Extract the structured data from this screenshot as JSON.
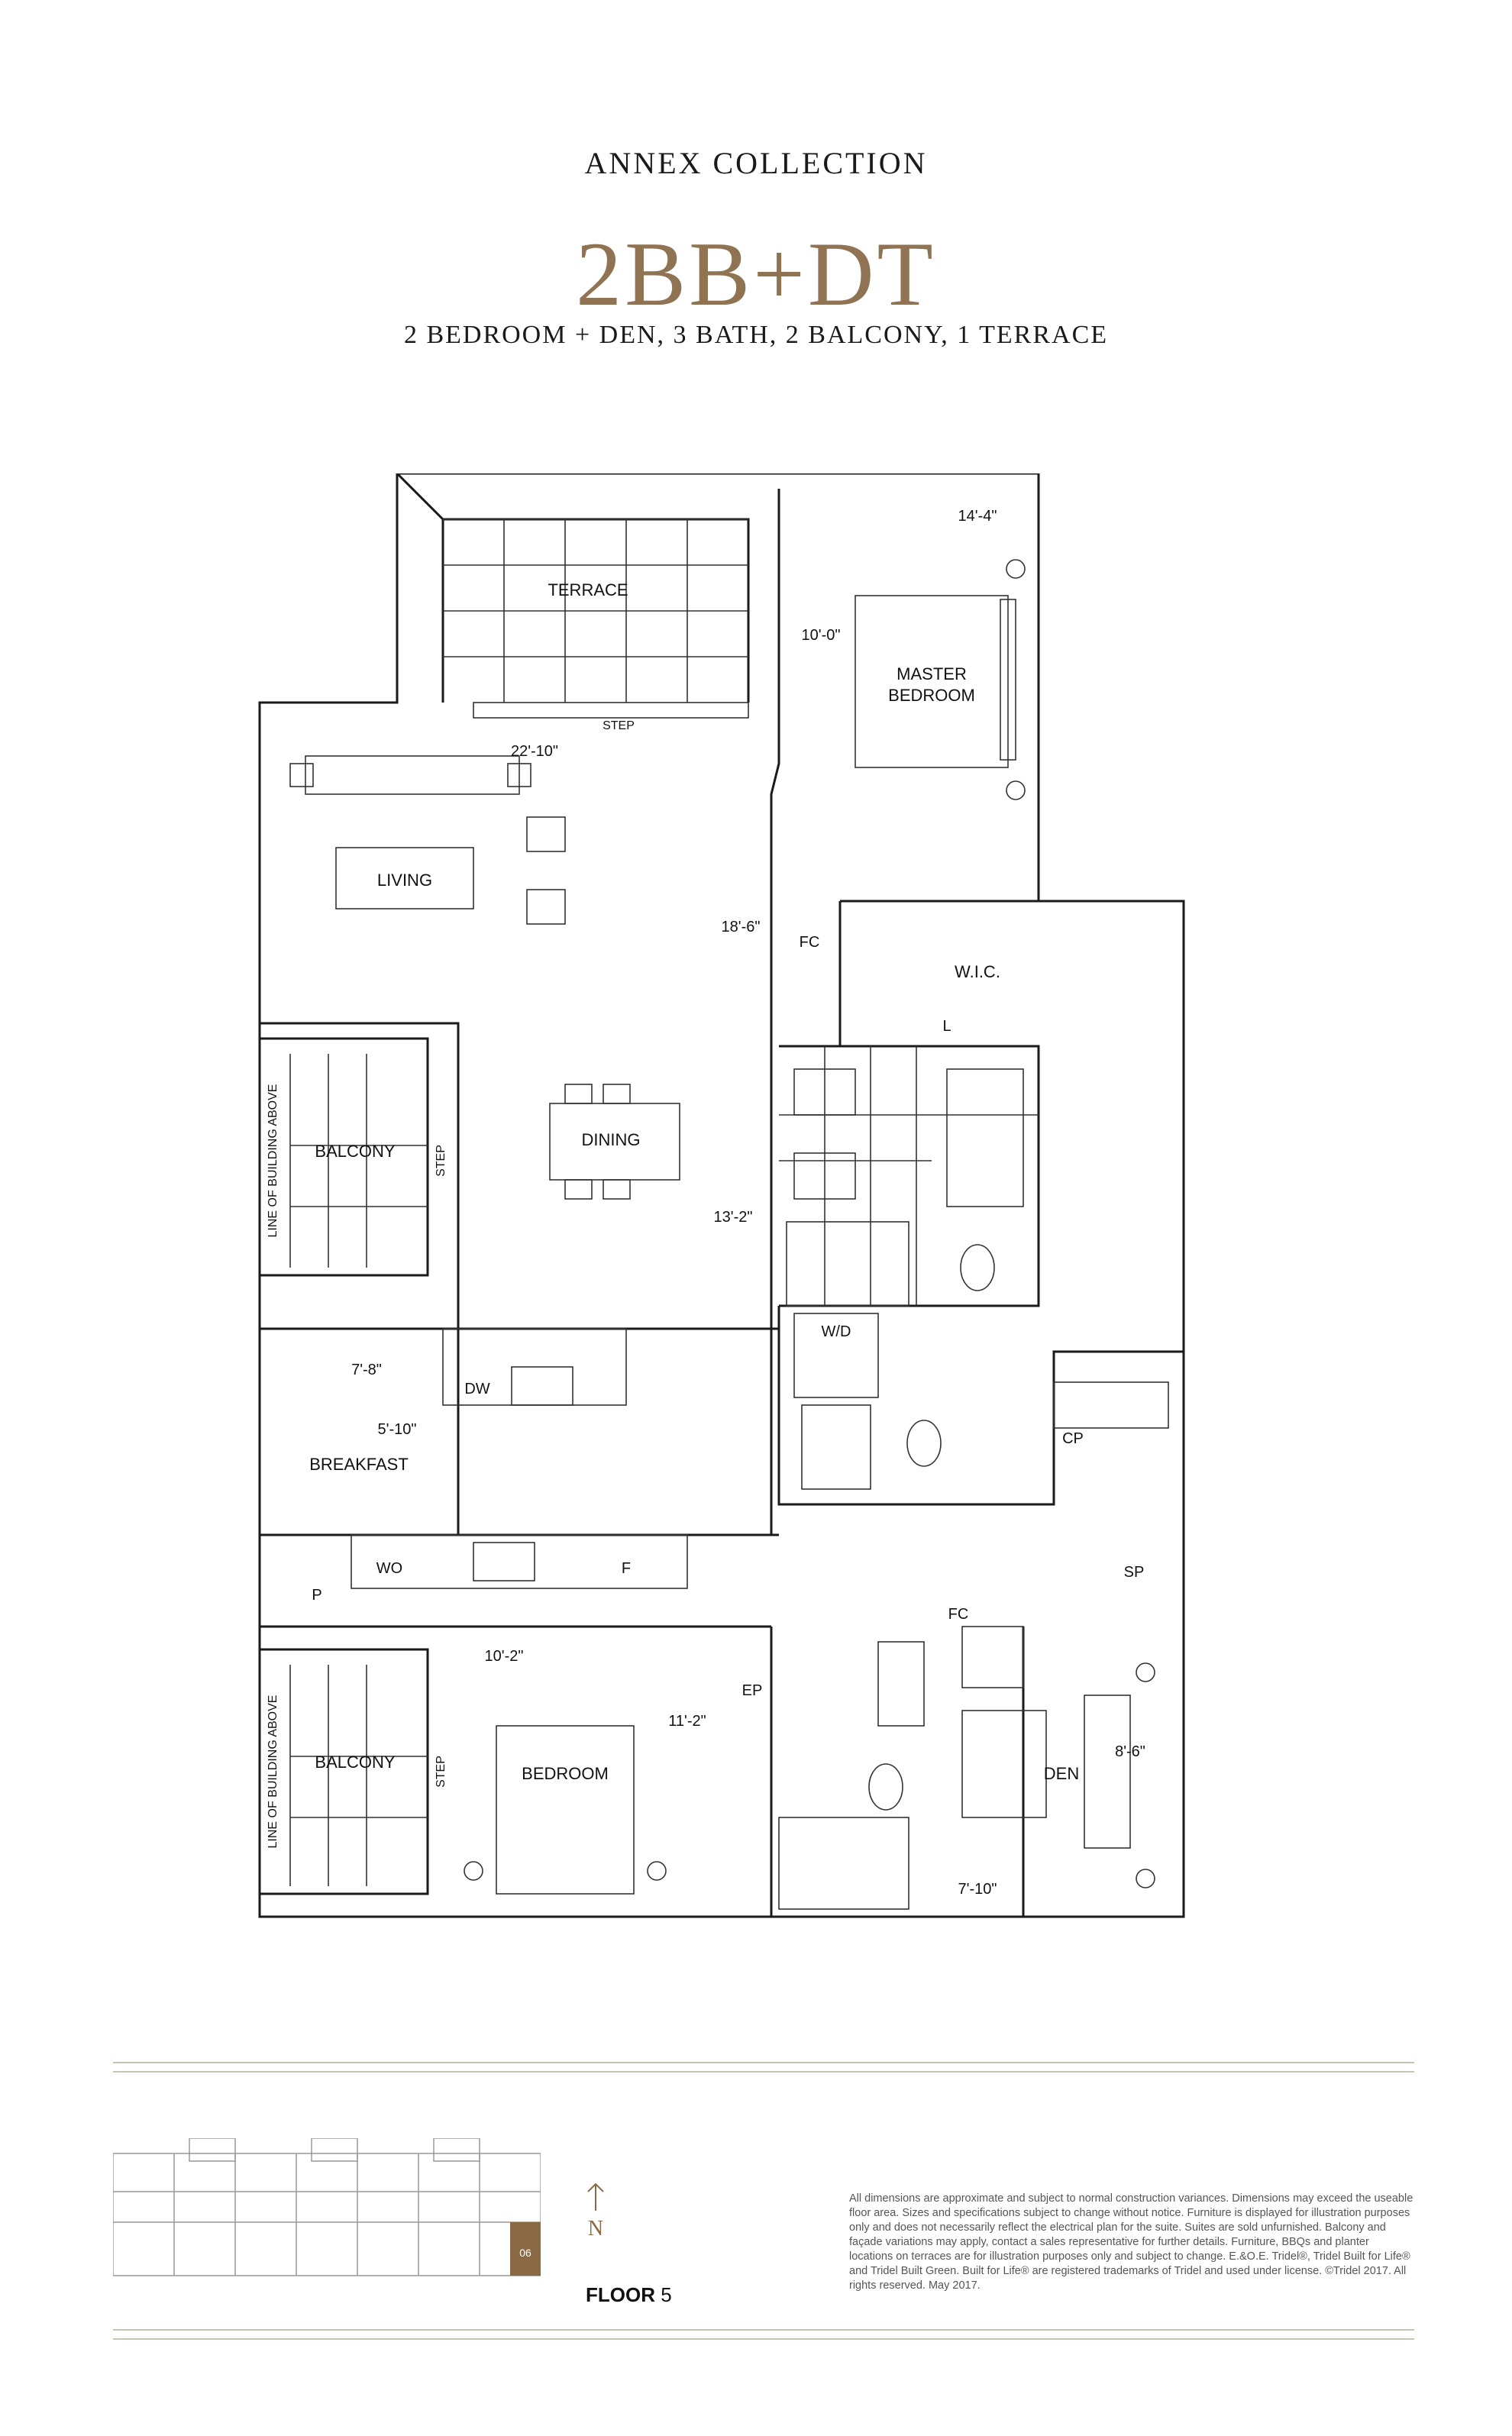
{
  "header": {
    "collection": "ANNEX COLLECTION",
    "suite_name": "2BB+DT",
    "description": "2 BEDROOM + DEN, 3 BATH, 2 BALCONY, 1 TERRACE"
  },
  "rooms": {
    "terrace": "TERRACE",
    "master_bedroom": "MASTER\nBEDROOM",
    "living": "LIVING",
    "wic": "W.I.C.",
    "dining": "DINING",
    "balcony_top": "BALCONY",
    "balcony_bottom": "BALCONY",
    "breakfast": "BREAKFAST",
    "bedroom": "BEDROOM",
    "den": "DEN"
  },
  "labels": {
    "step_terrace": "STEP",
    "step_balcony_top": "STEP",
    "step_balcony_bottom": "STEP",
    "line_building_top": "LINE OF BUILDING ABOVE",
    "line_building_bottom": "LINE OF BUILDING ABOVE",
    "fc_top": "FC",
    "fc_bottom": "FC",
    "l": "L",
    "wd": "W/D",
    "cp": "CP",
    "sp": "SP",
    "ep": "EP",
    "dw": "DW",
    "wo": "WO",
    "f": "F",
    "p": "P"
  },
  "dimensions": {
    "master_w": "14'-4\"",
    "master_h": "10'-0\"",
    "terrace_w": "22'-10\"",
    "living_dining_h": "18'-6\"",
    "dining_h": "13'-2\"",
    "breakfast_d": "7'-8\"",
    "breakfast_w": "5'-10\"",
    "bedroom_w": "10'-2\"",
    "bedroom_h": "11'-2\"",
    "den_h": "8'-6\"",
    "den_w": "7'-10\""
  },
  "keyplan": {
    "unit_number": "06",
    "north_label": "N",
    "floor_word": "FLOOR",
    "floor_number": "5",
    "highlight_color": "#8a6a45"
  },
  "disclaimer": "All dimensions are approximate and subject to normal construction variances. Dimensions may exceed the useable floor area. Sizes and specifications subject to change without notice. Furniture is displayed for illustration purposes only and does not necessarily reflect the electrical plan for the suite. Suites are sold unfurnished. Balcony and façade variations may apply, contact a sales representative for further details. Furniture, BBQs and planter locations on terraces are for illustration purposes only and subject to change. E.&O.E. Tridel®, Tridel Built for Life® and Tridel Built Green. Built for Life® are registered trademarks of Tridel and used under license. ©Tridel 2017. All rights reserved. May 2017.",
  "colors": {
    "accent": "#8f7352",
    "rule": "#c9c2b3",
    "line": "#1a1a1a"
  }
}
